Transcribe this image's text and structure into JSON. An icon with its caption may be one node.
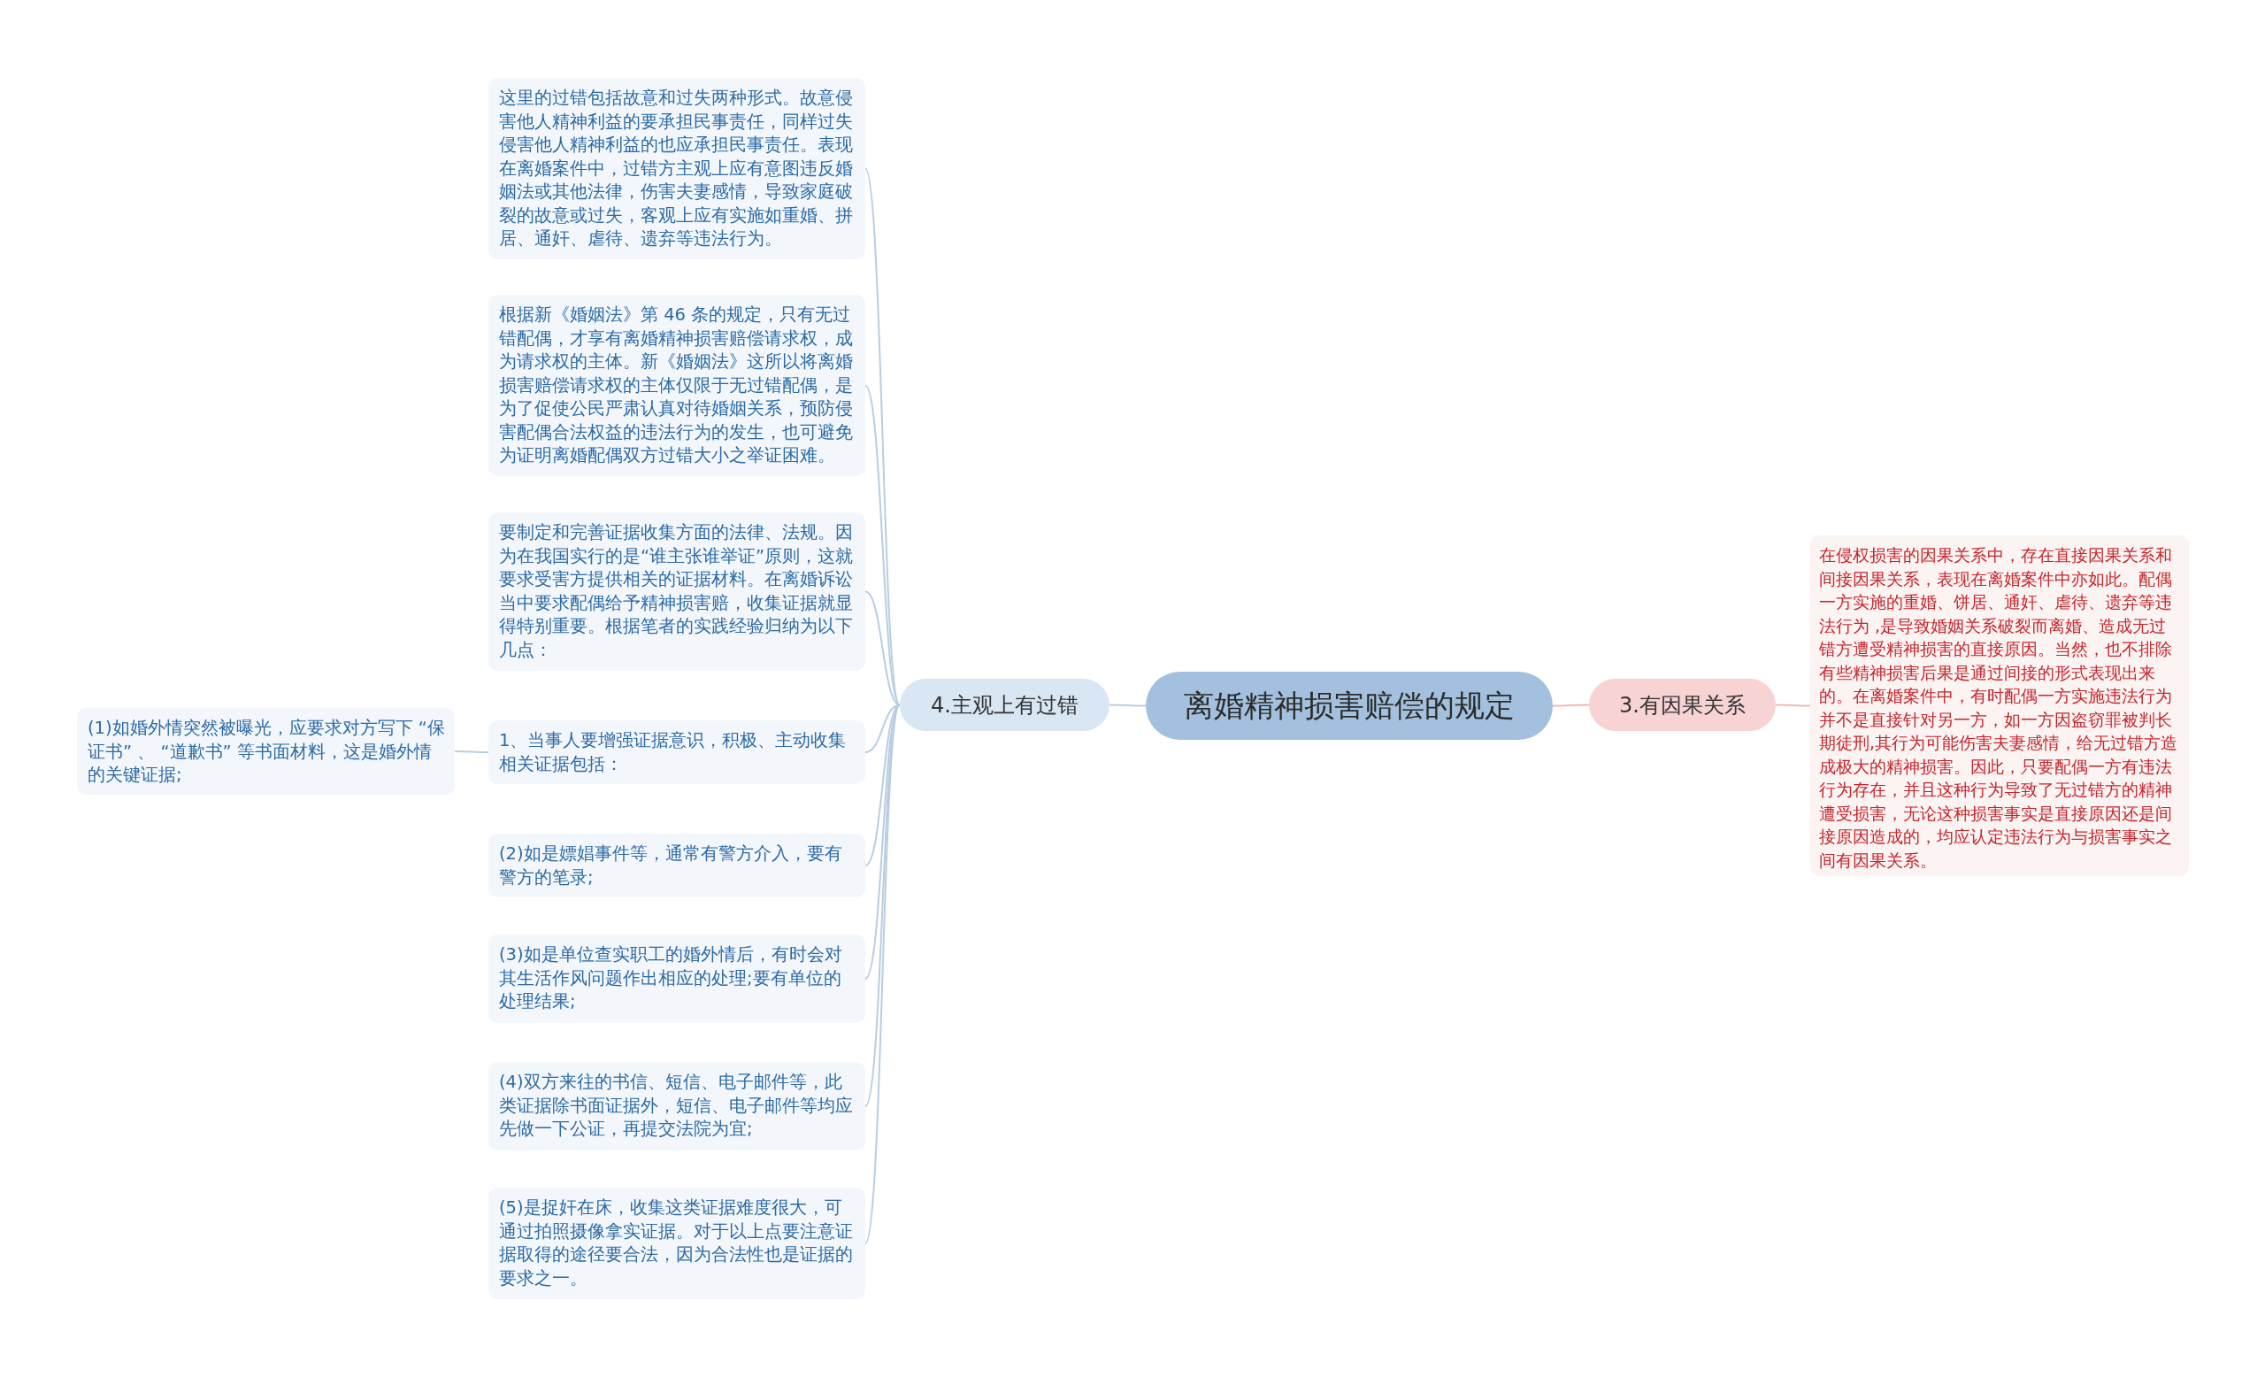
{
  "diagram": {
    "nodes": [
      {
        "text": [
          "离婚精神损害赔偿的规定"
        ]
      },
      {
        "text": [
          "4.主观上有过错"
        ]
      },
      {
        "text": [
          "这里的过错包括故意和过失两种形式。故意侵害他人精神利益的要承担民事责任，同样过失侵害他人精神利益的也应承担民事责任。表现在离婚案件中，过错方主观上应有意图违反婚姻法或其他法律，伤害夫妻感情，导致家庭破裂的故意或过失，客观上应有实施如重婚、拼居、通奸、虐待、遗弃等违法行为。"
        ]
      },
      {
        "text": [
          "根据新《婚姻法》第 46 条的规定，只有无过错配偶，才享有离婚精神损害赔偿请求权，成为请求权的主体。新《婚姻法》这所以将离婚损害赔偿请求权的主体仅限于无过错配偶，是为了促使公民严肃认真对待婚姻关系，预防侵害配偶合法权益的违法行为的发生，也可避免为证明离婚配偶双方过错大小之举证困难。"
        ]
      },
      {
        "text": [
          "要制定和完善证据收集方面的法律、法规。因为在我国实行的是“谁主张谁举证”原则，这就要求受害方提供相关的证据材料。在离婚诉讼当中要求配偶给予精神损害赔，收集证据就显得特别重要。根据笔者的实践经验归纳为以下几点："
        ]
      },
      {
        "text": [
          "1、当事人要增强证据意识，积极、主动收集相关证据包括："
        ]
      },
      {
        "text": [
          "(2)如是嫖娼事件等，通常有警方介入，要有警方的笔录;"
        ]
      },
      {
        "text": [
          "(3)如是单位查实职工的婚外情后，有时会对其生活作风问题作出相应的处理;要有单位的处理结果;"
        ]
      },
      {
        "text": [
          "(4)双方来往的书信、短信、电子邮件等，此类证据除书面证据外，短信、电子邮件等均应先做一下公证，再提交法院为宜;"
        ]
      },
      {
        "text": [
          "(5)是捉奸在床，收集这类证据难度很大，可通过拍照摄像拿实证据。对于以上点要注意证据取得的途径要合法，因为合法性也是证据的要求之一。"
        ]
      },
      {
        "text": [
          "(1)如婚外情突然被曝光，应要求对方写下 “保证书” 、 “道歉书” 等书面材料，这是婚外情的关键证据;"
        ]
      },
      {
        "text": [
          "3.有因果关系"
        ]
      },
      {
        "text": [
          "在侵权损害的因果关系中，存在直接因果关系和间接因果关系，表现在离婚案件中亦如此。配偶一方实施的重婚、饼居、通奸、虐待、遗弃等违法行为 ,是导致婚姻关系破裂而离婚、造成无过错方遭受精神损害的直接原因。当然，也不排除有些精神损害后果是通过间接的形式表现出来的。在离婚案件中，有时配偶一方实施违法行为并不是直接针对另一方，如一方因盗窃罪被判长期徒刑,其行为可能伤害夫妻感情，给无过错方造成极大的精神损害。因此，只要配偶一方有违法行为存在，并且这种行为导致了无过错方的精神遭受损害，无论这种损害事实是直接原因还是间接原因造成的，均应认定违法行为与损害事实之间有因果关系。"
        ]
      }
    ],
    "edges": [
      {
        "from": 0,
        "to": 1,
        "arrow": "none"
      },
      {
        "from": 1,
        "to": 2,
        "arrow": "none"
      },
      {
        "from": 1,
        "to": 3,
        "arrow": "none"
      },
      {
        "from": 1,
        "to": 4,
        "arrow": "none"
      },
      {
        "from": 1,
        "to": 5,
        "arrow": "none"
      },
      {
        "from": 1,
        "to": 6,
        "arrow": "none"
      },
      {
        "from": 1,
        "to": 7,
        "arrow": "none"
      },
      {
        "from": 1,
        "to": 8,
        "arrow": "none"
      },
      {
        "from": 1,
        "to": 9,
        "arrow": "none"
      },
      {
        "from": 5,
        "to": 10,
        "arrow": "none"
      },
      {
        "from": 0,
        "to": 11,
        "arrow": "none",
        "color": "#f2b8b8"
      },
      {
        "from": 11,
        "to": 12,
        "arrow": "none",
        "color": "#f2b8b8"
      }
    ]
  }
}
